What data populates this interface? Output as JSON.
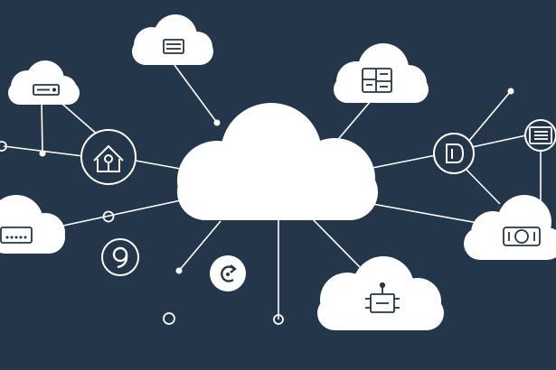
{
  "scene": {
    "background": "#24364a",
    "cloud_fill": "#ffffff",
    "connector_color": "#ffffff",
    "icon_color": "#24364a"
  },
  "central_cloud": {
    "icon": "cloud-shape"
  },
  "satellite_clouds": [
    {
      "id": "top",
      "icon": "server-rack-icon"
    },
    {
      "id": "upper-left",
      "icon": "hard-drive-icon"
    },
    {
      "id": "upper-right",
      "icon": "dashboard-icon"
    },
    {
      "id": "left",
      "icon": "network-switch-icon"
    },
    {
      "id": "right",
      "icon": "camera-icon"
    },
    {
      "id": "bottom",
      "icon": "circuit-chip-icon"
    }
  ],
  "icon_circles": [
    {
      "id": "home",
      "icon": "home-icon"
    },
    {
      "id": "document",
      "icon": "document-icon"
    },
    {
      "id": "list",
      "icon": "list-icon"
    },
    {
      "id": "loop",
      "icon": "loop-icon"
    },
    {
      "id": "refresh",
      "icon": "refresh-icon"
    }
  ]
}
